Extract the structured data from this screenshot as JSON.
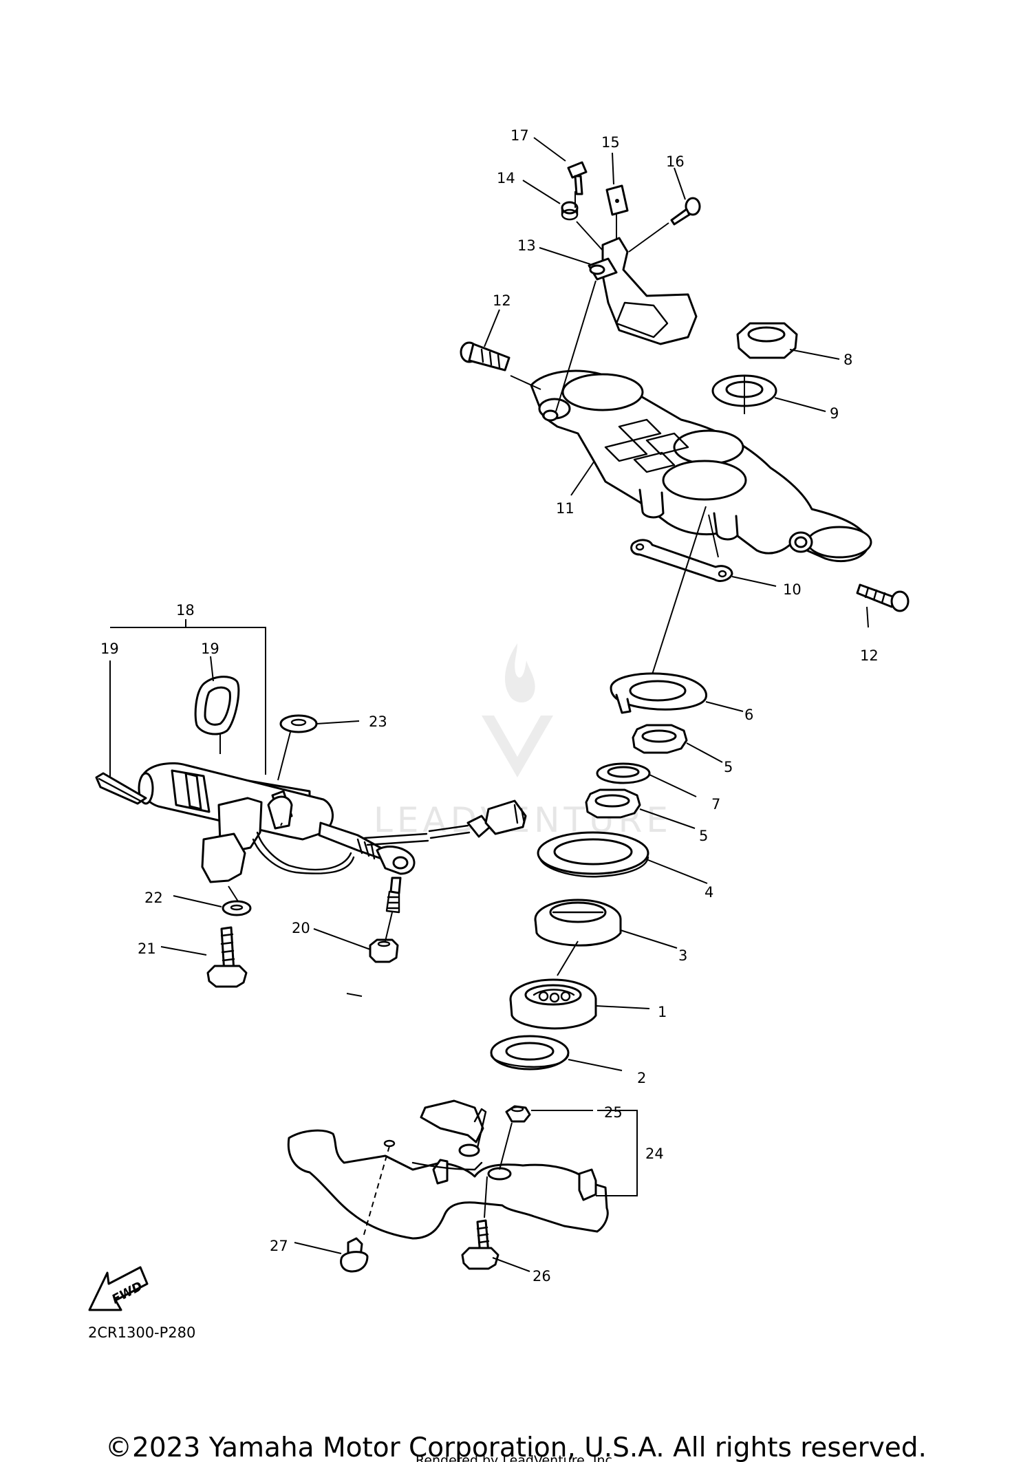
{
  "diagram": {
    "code": "2CR1300-P280",
    "fwd_label": "FWD",
    "callouts": {
      "c1": "1",
      "c2": "2",
      "c3": "3",
      "c4": "4",
      "c5a": "5",
      "c5b": "5",
      "c6": "6",
      "c7": "7",
      "c8": "8",
      "c9": "9",
      "c10": "10",
      "c11": "11",
      "c12a": "12",
      "c12b": "12",
      "c13": "13",
      "c14": "14",
      "c15": "15",
      "c16": "16",
      "c17": "17",
      "c18": "18",
      "c19a": "19",
      "c19b": "19",
      "c20": "20",
      "c21": "21",
      "c22": "22",
      "c23": "23",
      "c24": "24",
      "c25": "25",
      "c26": "26",
      "c27": "27"
    }
  },
  "watermark": "LEADVENTURE",
  "footer": {
    "copyright": "©2023 Yamaha Motor Corporation, U.S.A. All rights reserved.",
    "rendered_by": "Rendered by LeadVenture, Inc."
  }
}
